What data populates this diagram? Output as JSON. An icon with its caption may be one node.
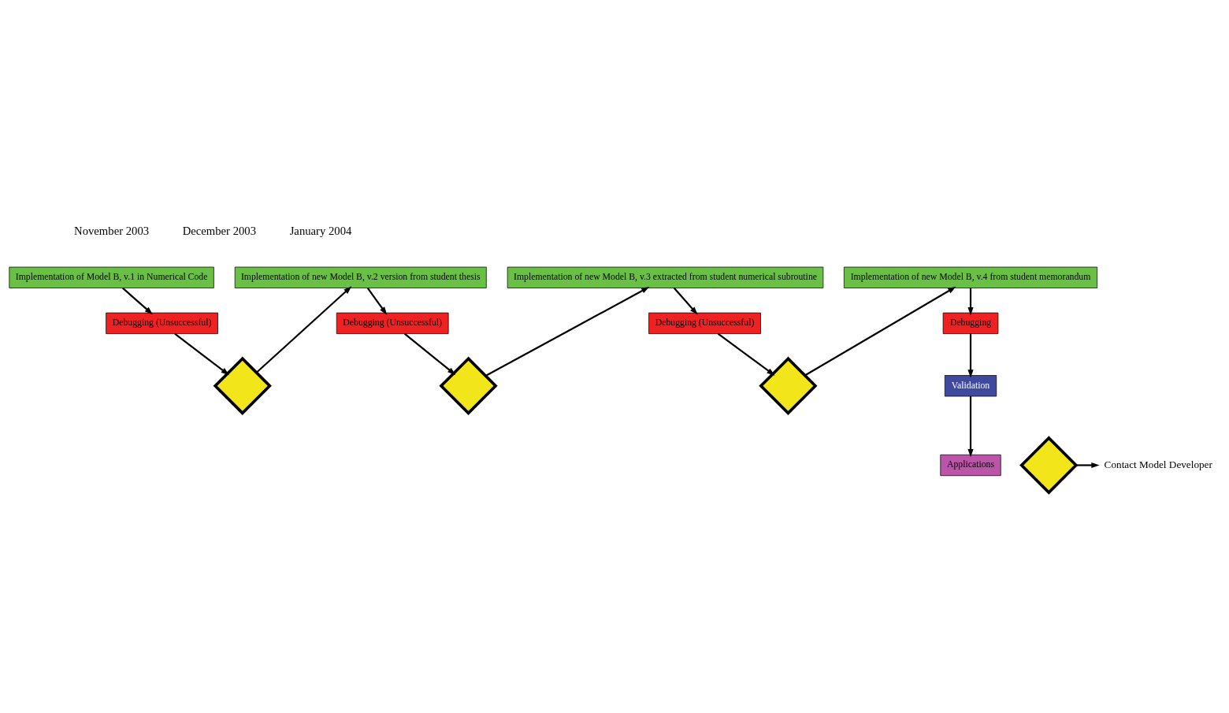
{
  "diagram": {
    "nodes": [
      {
        "text": [
          "Implementation of Model B, v.1 in Numerical Code"
        ]
      },
      {
        "text": [
          "Debugging (Unsuccessful)"
        ]
      },
      {
        "text": [],
        "shape": "diamond"
      },
      {
        "text": [
          "Implementation of new Model B, v.2 version from student thesis"
        ]
      },
      {
        "text": [
          "Debugging (Unsuccessful)"
        ]
      },
      {
        "text": [],
        "shape": "diamond"
      },
      {
        "text": [
          "Implementation of new Model B, v.3 extracted from student numerical subroutine"
        ]
      },
      {
        "text": [
          "Debugging (Unsuccessful)"
        ]
      },
      {
        "text": [],
        "shape": "diamond"
      },
      {
        "text": [
          "Implementation of new Model B, v.4 from student memorandum"
        ]
      },
      {
        "text": [
          "Debugging"
        ]
      },
      {
        "text": [
          "Validation"
        ]
      },
      {
        "text": [
          "Applications"
        ]
      },
      {
        "text": [],
        "shape": "diamond"
      },
      {
        "text": [
          "Contact Model Developer"
        ]
      }
    ],
    "edges": [
      {
        "from": 0,
        "to": 1,
        "arrow": "to"
      },
      {
        "from": 1,
        "to": 2,
        "arrow": "to"
      },
      {
        "from": 2,
        "to": 3,
        "arrow": "to"
      },
      {
        "from": 3,
        "to": 4,
        "arrow": "to"
      },
      {
        "from": 4,
        "to": 5,
        "arrow": "to"
      },
      {
        "from": 5,
        "to": 6,
        "arrow": "to"
      },
      {
        "from": 6,
        "to": 7,
        "arrow": "to"
      },
      {
        "from": 7,
        "to": 8,
        "arrow": "to"
      },
      {
        "from": 8,
        "to": 9,
        "arrow": "to"
      },
      {
        "from": 9,
        "to": 10,
        "arrow": "to"
      },
      {
        "from": 10,
        "to": 11,
        "arrow": "to"
      },
      {
        "from": 11,
        "to": 12,
        "arrow": "to"
      },
      {
        "from": 13,
        "to": 14,
        "arrow": "to"
      }
    ],
    "labels": [
      "November 2003",
      "December 2003",
      "January 2004"
    ]
  }
}
